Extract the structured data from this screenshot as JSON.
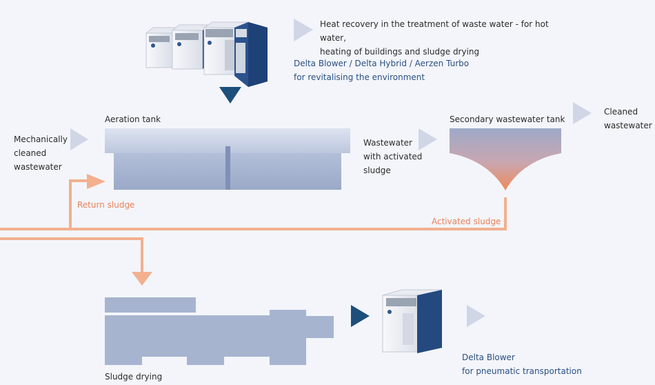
{
  "heat_recovery": {
    "text": "Heat recovery in the treatment of waste water - for hot water,\nheating of buildings and sludge drying"
  },
  "blowers_top": {
    "title": "Delta Blower / Delta Hybrid / Aerzen Turbo",
    "subtitle": "for revitalising the environment"
  },
  "labels": {
    "aeration_tank": "Aeration tank",
    "mechanically_cleaned": "Mechanically\ncleaned\nwastewater",
    "wastewater_activated": "Wastewater\nwith activated\nsludge",
    "secondary_tank": "Secondary wastewater tank",
    "cleaned_wastewater": "Cleaned\nwastewater",
    "return_sludge": "Return sludge",
    "activated_sludge": "Activated sludge",
    "sludge_drying": "Sludge drying"
  },
  "blower_bottom": {
    "title": "Delta Blower",
    "subtitle": "for pneumatic transportation"
  },
  "colors": {
    "background": "#f3f5fa",
    "tank": "#a6b4d0",
    "tank_top": "#c9d2e6",
    "arrow_light": "#d0d6e6",
    "arrow_dark": "#1d4f7b",
    "sludge": "#f2b08f",
    "text_blue": "#2a4f82",
    "text_orange": "#e8825a"
  },
  "icons": [
    "play-triangle-icon",
    "down-triangle-icon",
    "blower-unit-icon"
  ]
}
